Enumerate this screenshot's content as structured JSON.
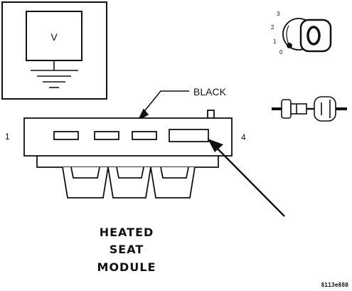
{
  "meter_box": {
    "symbol": "V"
  },
  "ignition_switch": {
    "positions": [
      "3",
      "2",
      "1",
      "0"
    ]
  },
  "connector": {
    "wire_color_label": "BLACK",
    "pin_left_label": "1",
    "pin_right_label": "4"
  },
  "module_title": {
    "line1": "HEATED",
    "line2": "SEAT",
    "line3": "MODULE"
  },
  "figure_code": "8113e880"
}
